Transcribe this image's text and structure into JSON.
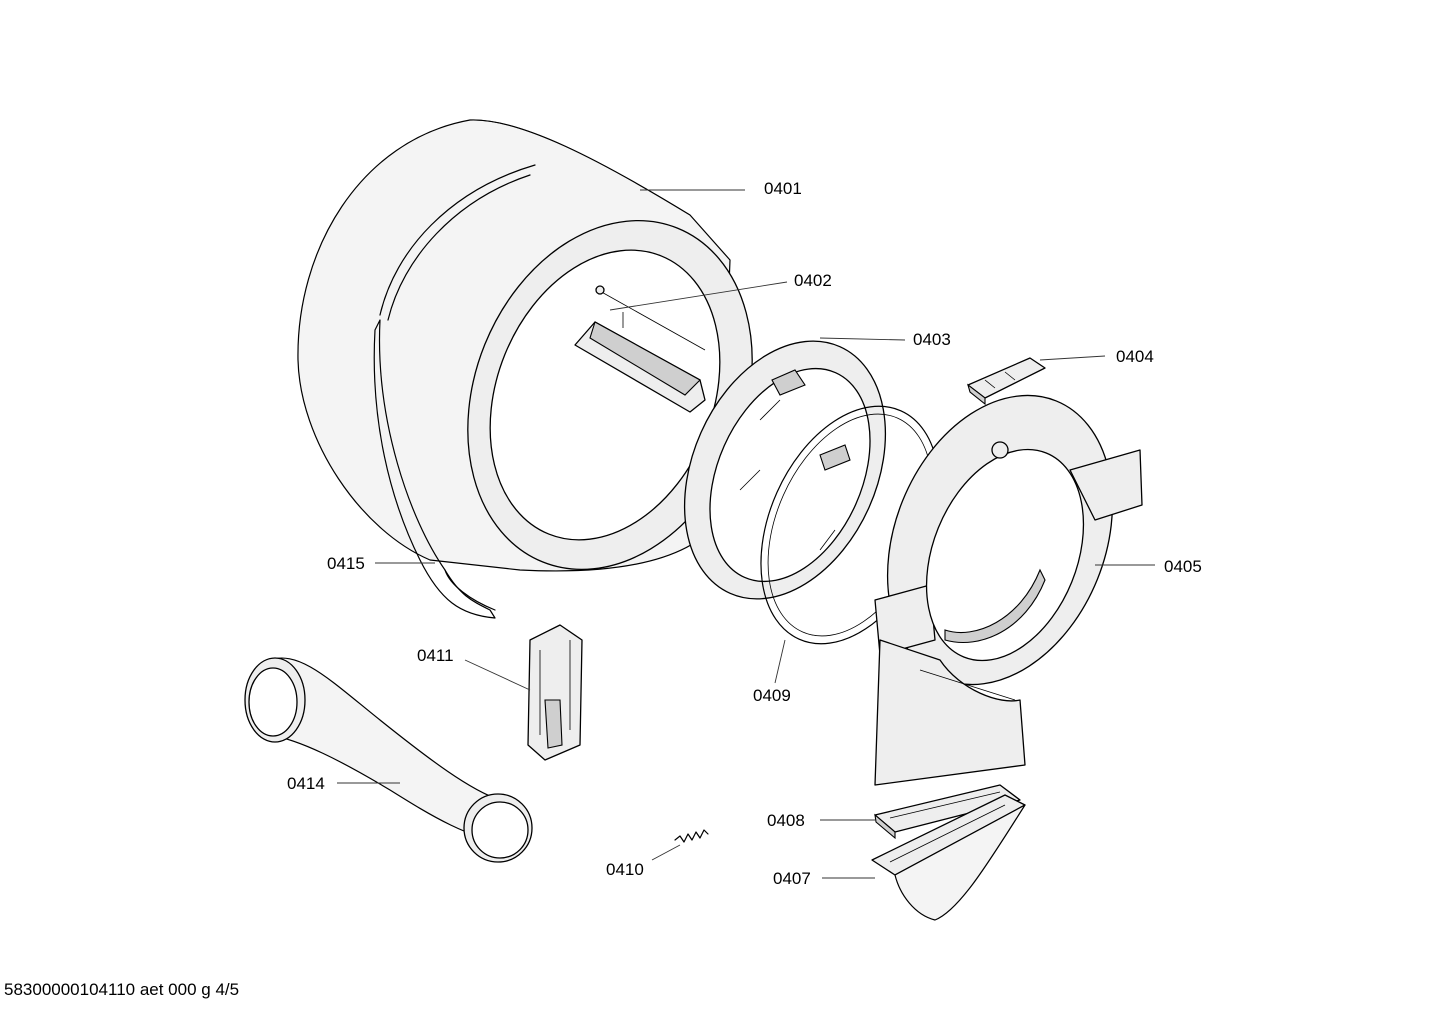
{
  "callouts": {
    "c0401": "0401",
    "c0402": "0402",
    "c0403": "0403",
    "c0404": "0404",
    "c0405": "0405",
    "c0407": "0407",
    "c0408": "0408",
    "c0409": "0409",
    "c0410": "0410",
    "c0411": "0411",
    "c0414": "0414",
    "c0415": "0415"
  },
  "footer": {
    "text": "58300000104110 aet 000 g 4/5"
  }
}
